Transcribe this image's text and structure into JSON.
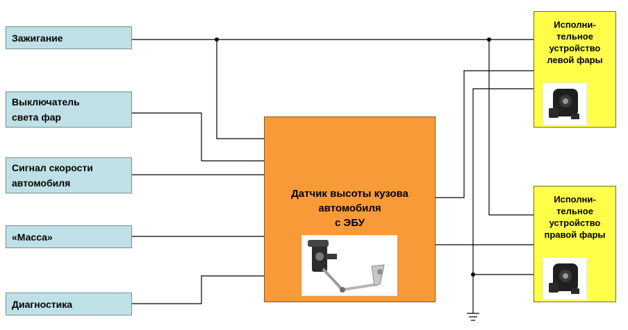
{
  "inputs": {
    "ignition": [
      "Зажигание"
    ],
    "headlight_switch": [
      "Выключатель",
      "света фар"
    ],
    "speed_signal": [
      "Сигнал скорости",
      "автомобиля"
    ],
    "ground": [
      "«Масса»"
    ],
    "diagnostics": [
      "Диагностика"
    ]
  },
  "ecu": {
    "label": [
      "Датчик высоты кузова",
      "автомобиля",
      "с ЭБУ"
    ]
  },
  "actuators": {
    "left": [
      "Исполни-",
      "тельное",
      "устройство",
      "левой фары"
    ],
    "right": [
      "Исполни-",
      "тельное",
      "устройство",
      "правой фары"
    ]
  },
  "colors": {
    "input_fill": "#bfe0e6",
    "ecu_fill": "#f99a38",
    "actuator_fill": "#ffff4a",
    "wire": "#000000"
  }
}
